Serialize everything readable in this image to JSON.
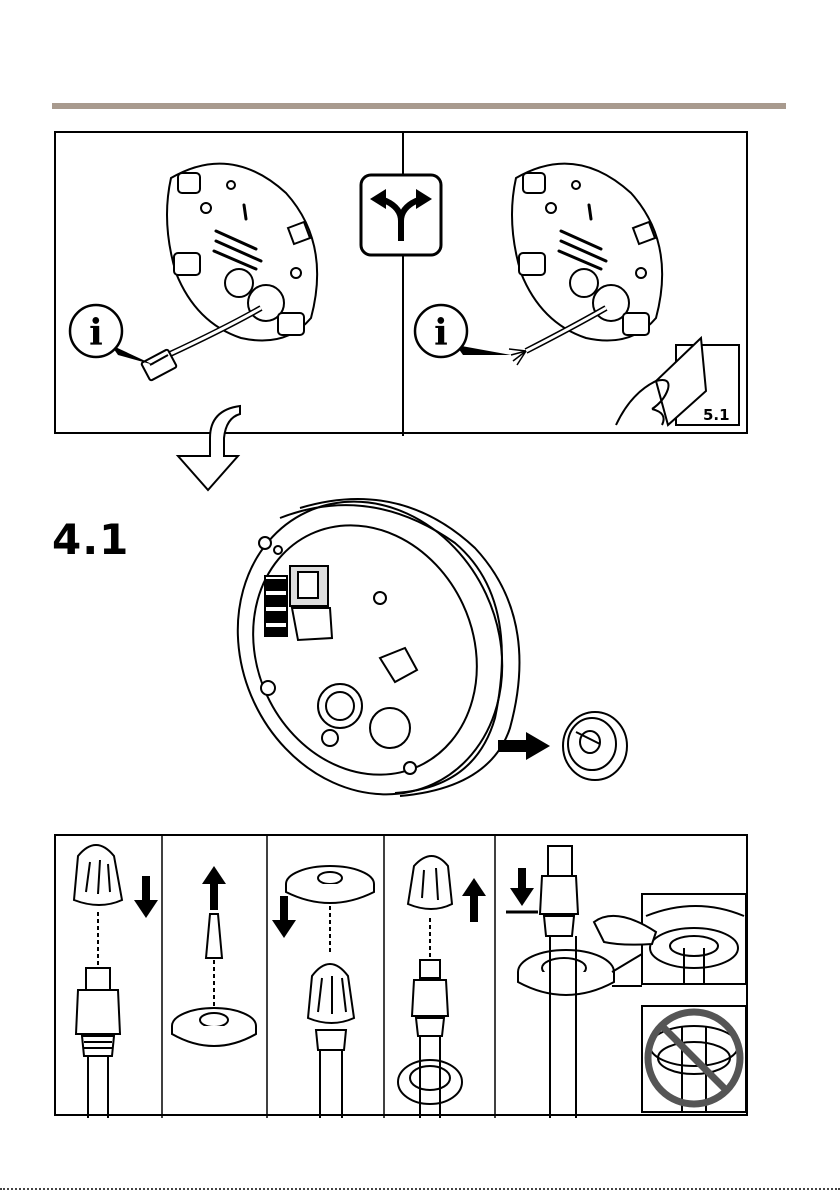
{
  "step": {
    "label": "4.1"
  },
  "reference": {
    "label": "5.1"
  },
  "icons": {
    "info": "i",
    "choice": "split-arrow-icon"
  },
  "colors": {
    "rule": "#a89a8e",
    "line": "#000000",
    "prohibited": "#555555"
  }
}
